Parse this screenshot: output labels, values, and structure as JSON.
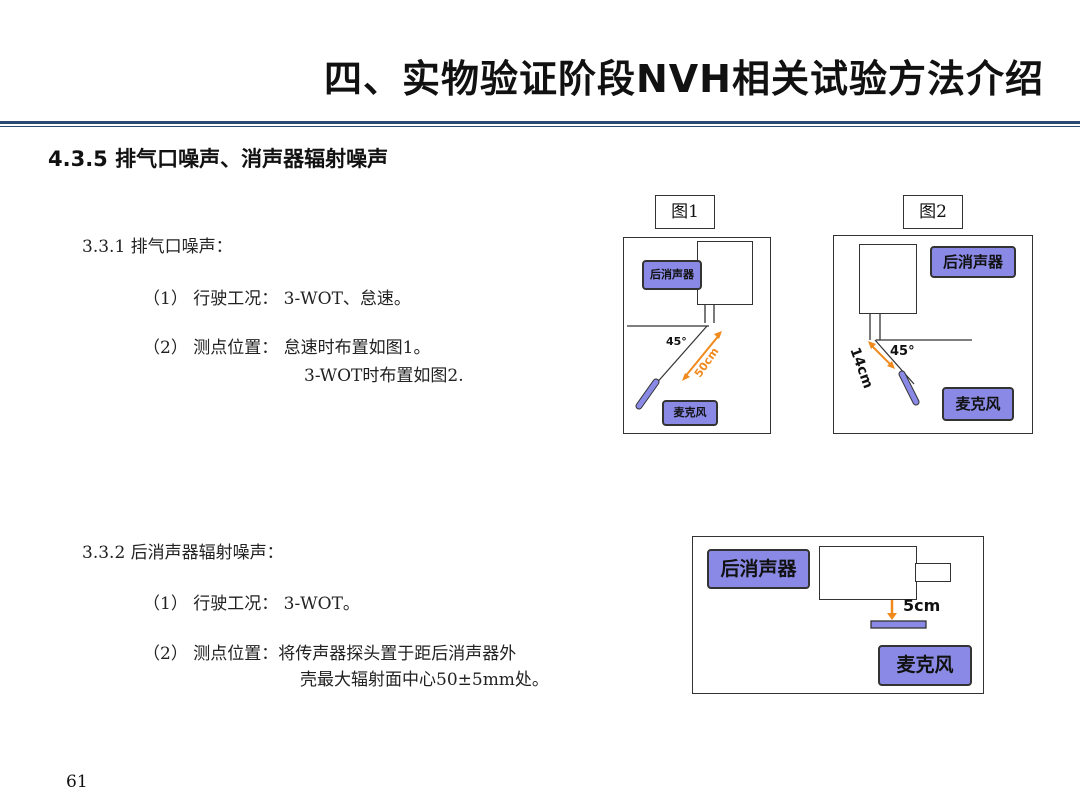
{
  "title": "四、实物验证阶段NVH相关试验方法介绍",
  "section": "4.3.5 排气口噪声、消声器辐射噪声",
  "part1": {
    "heading": "3.3.1  排气口噪声：",
    "item1": "（1） 行驶工况： 3-WOT、怠速。",
    "item2a": "（2） 测点位置： 怠速时布置如图1。",
    "item2b": "3-WOT时布置如图2."
  },
  "part2": {
    "heading": "3.3.2  后消声器辐射噪声：",
    "item1": "（1） 行驶工况： 3-WOT。",
    "item2a": "（2） 测点位置：将传声器探头置于距后消声器外",
    "item2b": "壳最大辐射面中心50±5mm处。"
  },
  "fig1": {
    "label": "图1",
    "muffler": "后消声器",
    "mic": "麦克风",
    "angle": "45°",
    "distance": "50cm"
  },
  "fig2": {
    "label": "图2",
    "muffler": "后消声器",
    "mic": "麦克风",
    "angle": "45°",
    "distance": "14cm"
  },
  "fig3": {
    "muffler": "后消声器",
    "mic": "麦克风",
    "distance": "5cm"
  },
  "page_number": "61",
  "colors": {
    "accent_rule": "#2a4a73",
    "tag_fill": "#8a8ae6",
    "arrow": "#f08a1c"
  }
}
